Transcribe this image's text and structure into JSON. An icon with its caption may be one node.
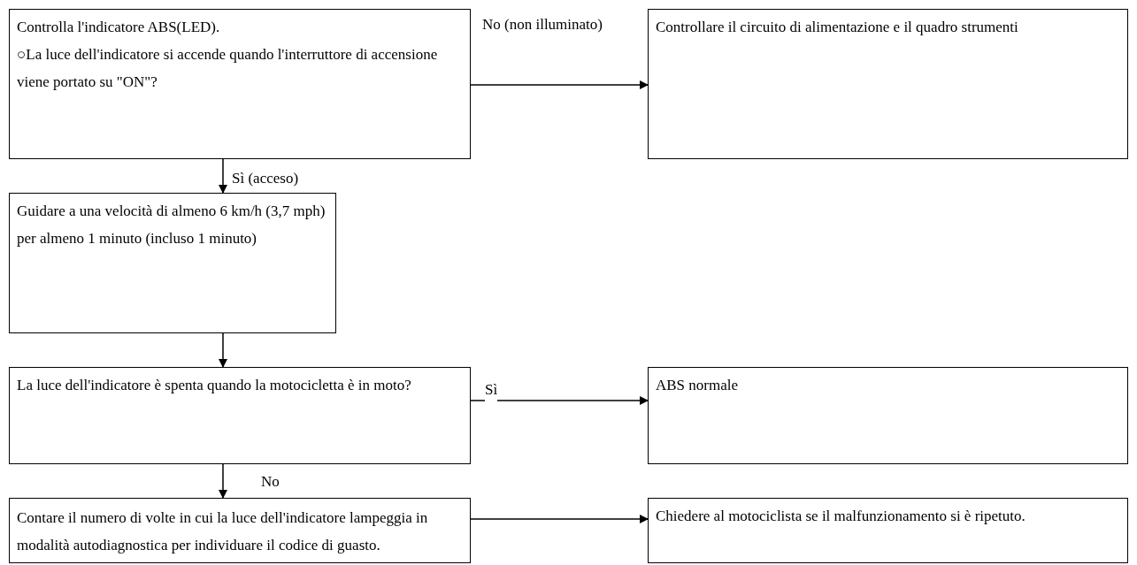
{
  "diagram": {
    "nodes": [
      {
        "text": [
          "Controlla l'indicatore ABS(LED).",
          "○La luce dell'indicatore si accende quando l'interruttore di accensione viene portato su \"ON\"?"
        ]
      },
      {
        "text": [
          "Controllare il circuito di alimentazione e il quadro strumenti"
        ]
      },
      {
        "text": [
          "Guidare a una velocità di almeno 6 km/h (3,7 mph) per almeno 1 minuto (incluso 1 minuto)"
        ]
      },
      {
        "text": [
          "La luce dell'indicatore è spenta quando la motocicletta è in moto?"
        ]
      },
      {
        "text": [
          "ABS normale"
        ]
      },
      {
        "text": [
          "Contare il numero di volte in cui la luce dell'indicatore lampeggia in modalità autodiagnostica per individuare il codice di guasto."
        ]
      },
      {
        "text": [
          "Chiedere al motociclista se il malfunzionamento si è ripetuto."
        ]
      }
    ],
    "edges": [
      {
        "from": 0,
        "to": 1,
        "arrow": "to",
        "label": "No (non illuminato)"
      },
      {
        "from": 0,
        "to": 2,
        "arrow": "to",
        "label": "Sì (acceso)"
      },
      {
        "from": 2,
        "to": 3,
        "arrow": "to"
      },
      {
        "from": 3,
        "to": 4,
        "arrow": "to",
        "label": "Sì"
      },
      {
        "from": 3,
        "to": 5,
        "arrow": "to",
        "label": "No"
      },
      {
        "from": 5,
        "to": 6,
        "arrow": "to"
      }
    ]
  }
}
